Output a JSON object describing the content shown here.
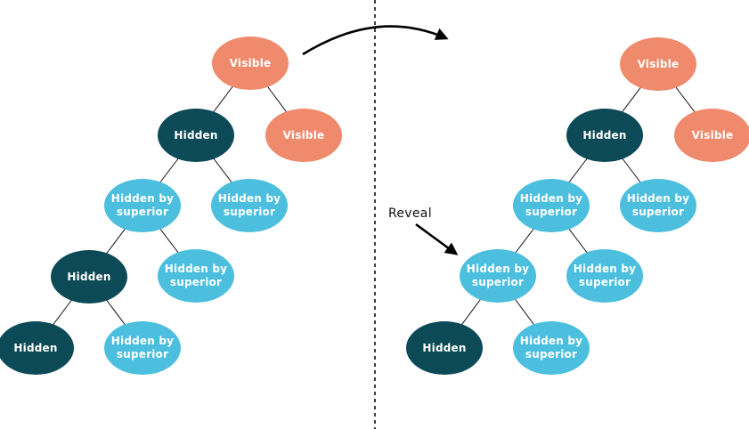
{
  "colors": {
    "visible": "#F08A6C",
    "hidden": "#0D4A57",
    "hidden-by-superior": "#4CBFDF",
    "node_text": "#FFFFFF",
    "line": "#111111",
    "annotation_text": "#111111"
  },
  "annotations": {
    "reveal": "Reveal"
  },
  "left_tree": {
    "nodes": [
      {
        "label": "Visible",
        "state": "visible"
      },
      {
        "label": "Hidden",
        "state": "hidden"
      },
      {
        "label": "Visible",
        "state": "visible"
      },
      {
        "label": "Hidden by superior",
        "state": "hidden-by-superior"
      },
      {
        "label": "Hidden by superior",
        "state": "hidden-by-superior"
      },
      {
        "label": "Hidden",
        "state": "hidden"
      },
      {
        "label": "Hidden by superior",
        "state": "hidden-by-superior"
      },
      {
        "label": "Hidden",
        "state": "hidden"
      },
      {
        "label": "Hidden by superior",
        "state": "hidden-by-superior"
      }
    ]
  },
  "right_tree": {
    "nodes": [
      {
        "label": "Visible",
        "state": "visible"
      },
      {
        "label": "Hidden",
        "state": "hidden"
      },
      {
        "label": "Visible",
        "state": "visible"
      },
      {
        "label": "Hidden by superior",
        "state": "hidden-by-superior"
      },
      {
        "label": "Hidden by superior",
        "state": "hidden-by-superior"
      },
      {
        "label": "Hidden by superior",
        "state": "hidden-by-superior"
      },
      {
        "label": "Hidden by superior",
        "state": "hidden-by-superior"
      },
      {
        "label": "Hidden",
        "state": "hidden"
      },
      {
        "label": "Hidden by superior",
        "state": "hidden-by-superior"
      }
    ]
  }
}
